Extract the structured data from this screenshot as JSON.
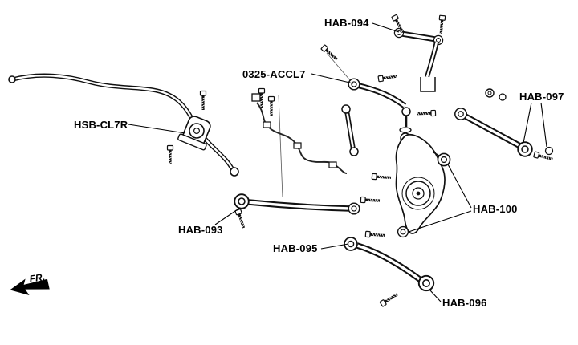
{
  "diagram": {
    "type": "exploded-parts-diagram",
    "callouts": {
      "hab094": "HAB-094",
      "accl7": "0325-ACCL7",
      "hab097": "HAB-097",
      "hsbcl7r": "HSB-CL7R",
      "hab093": "HAB-093",
      "hab100": "HAB-100",
      "hab095": "HAB-095",
      "hab096": "HAB-096"
    },
    "direction_label": "FR.",
    "colors": {
      "line": "#111111",
      "background": "#ffffff",
      "label_text": "#000000"
    }
  }
}
